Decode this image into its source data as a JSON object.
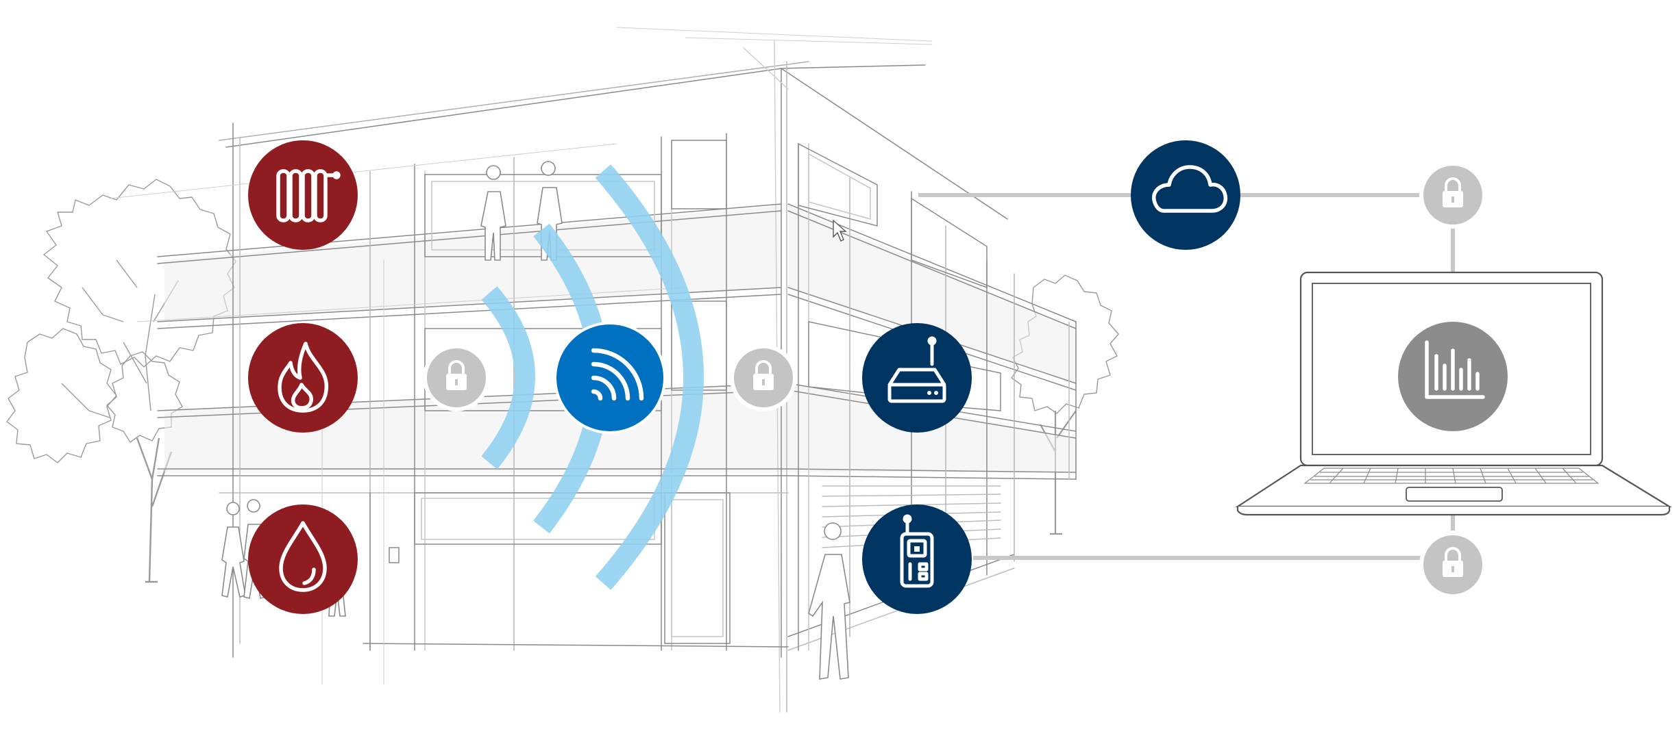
{
  "colors": {
    "background": "#ffffff",
    "sketch": "#8a8a8a",
    "sketch_light": "#c9c9c9",
    "glass": "#eeeeee",
    "utility_red": "#8e1c21",
    "device_navy": "#003561",
    "radio_blue": "#0070c0",
    "wave_blue": "#8fd0f0",
    "lock_gray": "#c4c4c4",
    "connector_gray": "#c8c8c8",
    "analytics_gray": "#8c8c8c",
    "icon_white": "#ffffff"
  },
  "utility_icons": [
    {
      "id": "heating",
      "icon": "radiator-icon"
    },
    {
      "id": "gas",
      "icon": "flame-icon"
    },
    {
      "id": "water",
      "icon": "water-drop-icon"
    }
  ],
  "radio_icon": "wireless-signal-icon",
  "devices": [
    {
      "id": "gateway",
      "icon": "router-gateway-icon"
    },
    {
      "id": "handheld",
      "icon": "handheld-reader-icon"
    }
  ],
  "cloud_icon": "cloud-icon",
  "analytics_icon": "bar-chart-icon",
  "laptop_icon": "laptop-icon",
  "lock_icon": "padlock-icon",
  "lock_count": 4,
  "cursor_icon": "mouse-pointer-icon"
}
